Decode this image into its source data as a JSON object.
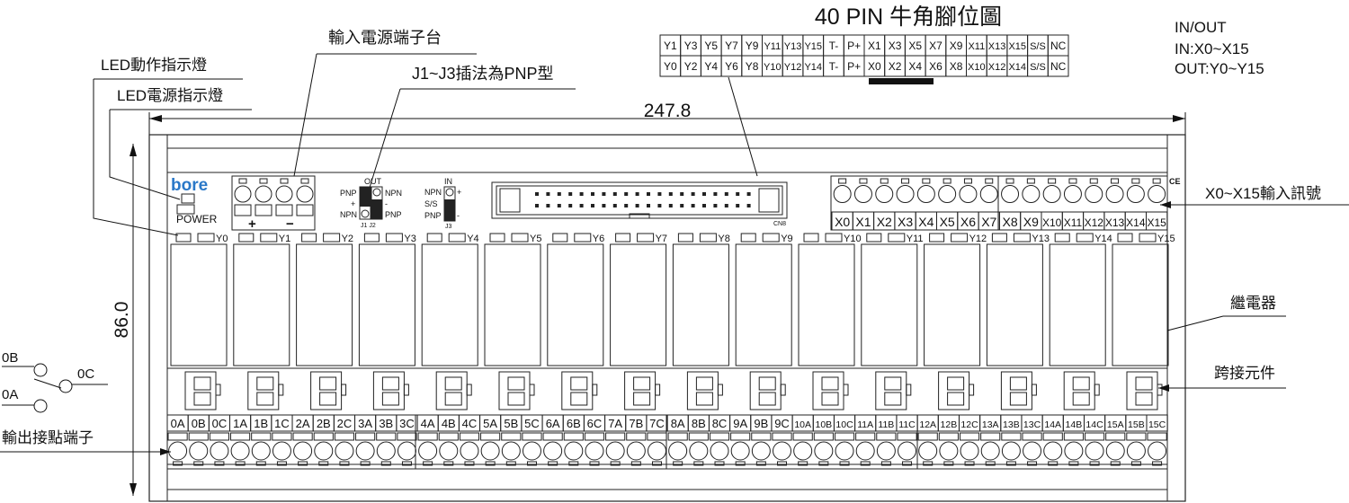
{
  "title": "40 PIN 牛角腳位圖",
  "io_notes": [
    "IN/OUT",
    "IN:X0~X15",
    "OUT:Y0~Y15"
  ],
  "pin_table": {
    "row1": [
      "Y1",
      "Y3",
      "Y5",
      "Y7",
      "Y9",
      "Y11",
      "Y13",
      "Y15",
      "T-",
      "P+",
      "X1",
      "X3",
      "X5",
      "X7",
      "X9",
      "X11",
      "X13",
      "X15",
      "S/S",
      "NC"
    ],
    "row2": [
      "Y0",
      "Y2",
      "Y4",
      "Y6",
      "Y8",
      "Y10",
      "Y12",
      "Y14",
      "T-",
      "P+",
      "X0",
      "X2",
      "X4",
      "X6",
      "X8",
      "X10",
      "X12",
      "X14",
      "S/S",
      "NC"
    ]
  },
  "callouts": {
    "led_action": "LED動作指示燈",
    "led_power": "LED電源指示燈",
    "power_input": "輸入電源端子台",
    "jumper": "J1~J3插法為PNP型",
    "input_signal": "X0~X15輸入訊號",
    "relay": "繼電器",
    "bridge": "跨接元件",
    "output_terminal": "輸出接點端子"
  },
  "dimensions": {
    "width": "247.8",
    "height": "86.0"
  },
  "board": {
    "brand": "bore",
    "power_label": "POWER",
    "plus": "+",
    "minus": "−",
    "cn8": "CN8",
    "ce": "CE",
    "jumper_out": {
      "top": "OUT",
      "pnp": "PNP",
      "npn": "NPN",
      "plus": "+",
      "minus": "-",
      "npn2": "NPN",
      "pnp2": "PNP",
      "j": "J1  J2"
    },
    "jumper_in": {
      "top": "IN",
      "npn": "NPN",
      "plus": "+",
      "ss": "S/S",
      "pnp": "PNP",
      "minus": "-",
      "j": "J3"
    }
  },
  "input_labels": [
    "X0",
    "X1",
    "X2",
    "X3",
    "X4",
    "X5",
    "X6",
    "X7",
    "X8",
    "X9",
    "X10",
    "X11",
    "X12",
    "X13",
    "X14",
    "X15"
  ],
  "led_labels": [
    "Y0",
    "Y1",
    "Y2",
    "Y3",
    "Y4",
    "Y5",
    "Y6",
    "Y7",
    "Y8",
    "Y9",
    "Y10",
    "Y11",
    "Y12",
    "Y13",
    "Y14",
    "Y15"
  ],
  "output_terminals": [
    "0A",
    "0B",
    "0C",
    "1A",
    "1B",
    "1C",
    "2A",
    "2B",
    "2C",
    "3A",
    "3B",
    "3C",
    "4A",
    "4B",
    "4C",
    "5A",
    "5B",
    "5C",
    "6A",
    "6B",
    "6C",
    "7A",
    "7B",
    "7C",
    "8A",
    "8B",
    "8C",
    "9A",
    "9B",
    "9C",
    "10A",
    "10B",
    "10C",
    "11A",
    "11B",
    "11C",
    "12A",
    "12B",
    "12C",
    "13A",
    "13B",
    "13C",
    "14A",
    "14B",
    "14C",
    "15A",
    "15B",
    "15C"
  ],
  "contact_legend": {
    "b": "0B",
    "c": "0C",
    "a": "0A"
  }
}
